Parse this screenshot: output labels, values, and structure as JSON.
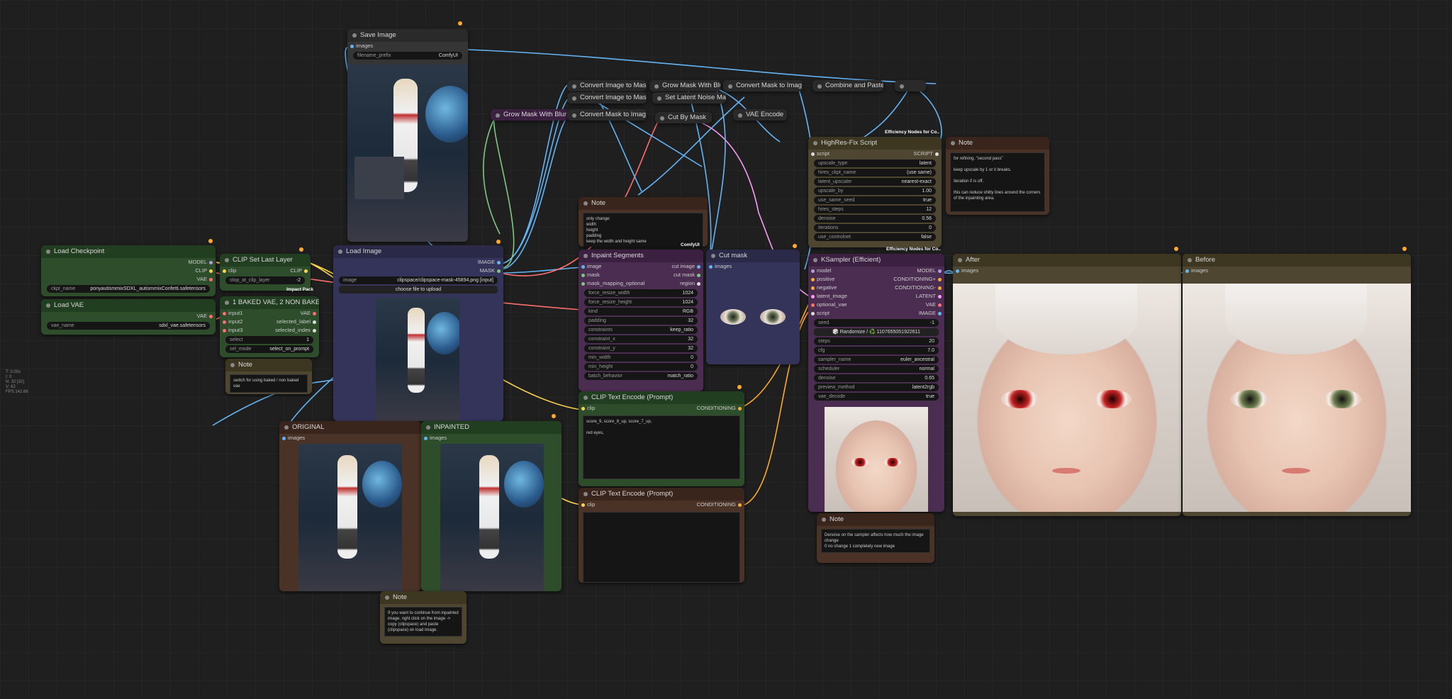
{
  "debug": {
    "lines": [
      "T: 0.00s",
      "I: 0",
      "N: 32 [32]",
      "V: 62",
      "FPS:142.66"
    ]
  },
  "save_image": {
    "title": "Save Image",
    "input": "images",
    "widget_label": "filename_prefix",
    "widget_value": "ComfyUI"
  },
  "load_checkpoint": {
    "title": "Load Checkpoint",
    "outputs": [
      "MODEL",
      "CLIP",
      "VAE"
    ],
    "widget_label": "ckpt_name",
    "widget_value": "ponyautismmixSDXL_autismmixConfetti.safetensors"
  },
  "load_vae": {
    "title": "Load VAE",
    "output": "VAE",
    "widget_label": "vae_name",
    "widget_value": "sdxl_vae.safetensors"
  },
  "clip_set_last_layer": {
    "title": "CLIP Set Last Layer",
    "input": "clip",
    "output": "CLIP",
    "widget_label": "stop_at_clip_layer",
    "widget_value": "-2"
  },
  "switch_node": {
    "title": "1 BAKED VAE, 2 NON BAKED",
    "inputs": [
      "input1",
      "input2",
      "input3"
    ],
    "outputs": [
      "VAE",
      "selected_label",
      "selected_index"
    ],
    "select_label": "select",
    "select_value": "1",
    "mode_label": "sel_mode",
    "mode_value": "select_on_prompt",
    "badge": "Impact Pack"
  },
  "note_switch": {
    "title": "Note",
    "text": "switch for using baked / non baked vae"
  },
  "load_image": {
    "title": "Load Image",
    "outputs": [
      "IMAGE",
      "MASK"
    ],
    "widget_label": "image",
    "widget_value": "clipspace/clipspace-mask-45894.png [input]",
    "upload_label": "choose file to upload"
  },
  "original": {
    "title": "ORIGINAL",
    "input": "images"
  },
  "inpainted": {
    "title": "INPAINTED",
    "input": "images"
  },
  "note_bottom": {
    "title": "Note",
    "text": "If you want to continue from inpainted image, right click on the image -> copy (clipspace) and paste (clipspace) on load image."
  },
  "grow_mask_left": {
    "title": "Grow Mask With Blur"
  },
  "top_chain": {
    "convert1": "Convert Image to Mas",
    "convert2": "Convert Image to Mas",
    "convert3": "Convert Mask to Imag",
    "grow_mask": "Grow Mask With Blur",
    "convert4": "Convert Mask to Imag",
    "combine": "Combine and Paste",
    "set_latent": "Set Latent Noise Mas",
    "cut_by_mask": "Cut By Mask",
    "vae_encode": "VAE Encode"
  },
  "note_center": {
    "title": "Note",
    "text": "only change:\nwidth\nheight\npadding\nkeep the width and height same",
    "badge": "ComfyUI"
  },
  "inpaint_segments": {
    "title": "Inpaint Segments",
    "inputs": [
      "image",
      "mask",
      "mask_mapping_optional"
    ],
    "outputs": [
      "cut image",
      "cut mask",
      "region"
    ],
    "widgets": [
      {
        "label": "force_resize_width",
        "value": "1024"
      },
      {
        "label": "force_resize_height",
        "value": "1024"
      },
      {
        "label": "kind",
        "value": "RGB"
      },
      {
        "label": "padding",
        "value": "32"
      },
      {
        "label": "constraints",
        "value": "keep_ratio"
      },
      {
        "label": "constraint_x",
        "value": "32"
      },
      {
        "label": "constraint_y",
        "value": "32"
      },
      {
        "label": "min_width",
        "value": "0"
      },
      {
        "label": "min_height",
        "value": "0"
      },
      {
        "label": "batch_behavior",
        "value": "match_ratio"
      }
    ]
  },
  "cut_mask": {
    "title": "Cut mask",
    "input": "images"
  },
  "clip_text_1": {
    "title": "CLIP Text Encode (Prompt)",
    "input": "clip",
    "output": "CONDITIONING",
    "text": "score_9, score_8_up, score_7_up,\n\nred eyes,"
  },
  "clip_text_2": {
    "title": "CLIP Text Encode (Prompt)",
    "input": "clip",
    "output": "CONDITIONING",
    "text": ""
  },
  "highres": {
    "badge": "Efficiency Nodes for Co..",
    "title": "HighRes-Fix Script",
    "input": "script",
    "output": "SCRIPT",
    "widgets": [
      {
        "label": "upscale_type",
        "value": "latent"
      },
      {
        "label": "hires_ckpt_name",
        "value": "(use same)"
      },
      {
        "label": "latent_upscaler",
        "value": "nearest-exact"
      },
      {
        "label": "upscale_by",
        "value": "1.00"
      },
      {
        "label": "use_same_seed",
        "value": "true"
      },
      {
        "label": "hires_steps",
        "value": "12"
      },
      {
        "label": "denoise",
        "value": "0.56"
      },
      {
        "label": "iterations",
        "value": "0"
      },
      {
        "label": "use_controlnet",
        "value": "false"
      }
    ]
  },
  "note_right": {
    "title": "Note",
    "text": "for refining, \"second pass\"\n\nkeep upscale by 1 or it breaks.\n\niteration 0 is off.\n\nthis can reduce shitty lines around the corners of the inpainting area."
  },
  "ksampler": {
    "badge": "Efficiency Nodes for Co..",
    "title": "KSampler (Efficient)",
    "inputs": [
      "model",
      "positive",
      "negative",
      "latent_image",
      "optional_vae",
      "script"
    ],
    "outputs": [
      "MODEL",
      "CONDITIONING+",
      "CONDITIONING-",
      "LATENT",
      "VAE",
      "IMAGE"
    ],
    "seed_label": "seed",
    "seed_value": "-1",
    "randomize": "🎲 Randomize / ♻️ 1107655051922611",
    "widgets": [
      {
        "label": "steps",
        "value": "20"
      },
      {
        "label": "cfg",
        "value": "7.0"
      },
      {
        "label": "sampler_name",
        "value": "euler_ancestral"
      },
      {
        "label": "scheduler",
        "value": "normal"
      },
      {
        "label": "denoise",
        "value": "0.65"
      },
      {
        "label": "preview_method",
        "value": "latent2rgb"
      },
      {
        "label": "vae_decode",
        "value": "true"
      }
    ]
  },
  "note_ksampler": {
    "title": "Note",
    "text": "Denoise on the sampler affects how much the image change\n0 no change 1 completely new image"
  },
  "after": {
    "title": "After",
    "input": "images"
  },
  "before": {
    "title": "Before",
    "input": "images"
  },
  "colors": {
    "image": "#64b5f6",
    "mask": "#81c784",
    "clip": "#ffd54f",
    "model": "#b39ddb",
    "vae": "#ff6e6e",
    "conditioning": "#ffa931",
    "latent": "#ff9cf9"
  }
}
